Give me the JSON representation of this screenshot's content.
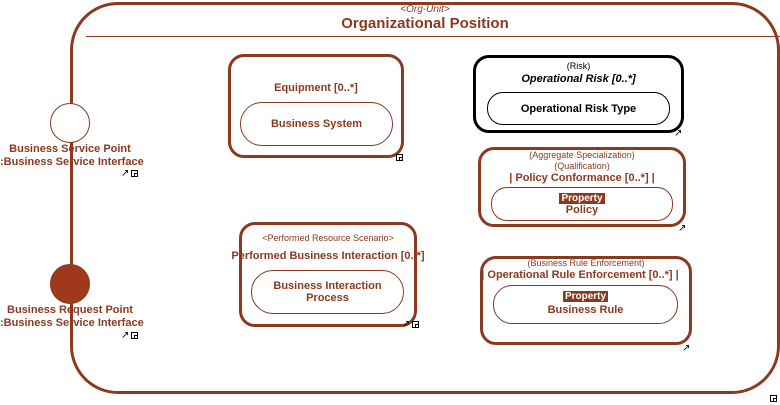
{
  "container": {
    "stereotype": "<Org-Unit>",
    "title": "Organizational Position"
  },
  "ports": [
    {
      "line1": "Business Service Point",
      "line2": ":Business Service Interface",
      "style": "open"
    },
    {
      "line1": "Business Request Point",
      "line2": ":Business Service Interface",
      "style": "filled"
    }
  ],
  "parts": {
    "equipment": {
      "title": "Equipment [0..*]",
      "inner": "Business System"
    },
    "risk": {
      "stereotype": "(Risk)",
      "title": "Operational Risk [0..*]",
      "inner": "Operational Risk Type"
    },
    "policy": {
      "stereotype1": "(Aggregate Specialization)",
      "stereotype2": "(Qualification)",
      "title": "| Policy Conformance [0..*] |",
      "tag": "Property",
      "inner": "Policy"
    },
    "interaction": {
      "stereotype": "<Performed Resource Scenario>",
      "title": "Performed Business Interaction [0..*]",
      "inner": "Business Interaction Process"
    },
    "rule": {
      "stereotype": "(Business Rule Enforcement)",
      "title": "| Operational Rule Enforcement [0..*] |",
      "tag": "Property",
      "inner": "Business Rule"
    }
  },
  "colors": {
    "accent": "#8b3a1f",
    "port_fill": "#a0391b",
    "risk_border": "#000000"
  }
}
